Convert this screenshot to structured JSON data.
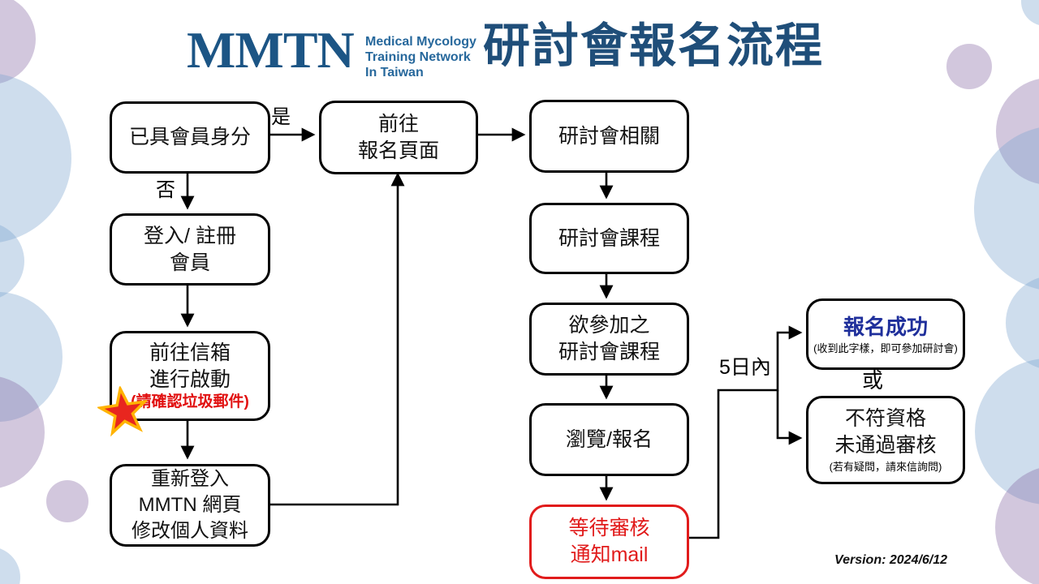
{
  "header": {
    "logo_acronym": "MMTN",
    "logo_subtitle": [
      "Medical Mycology",
      "Training Network",
      "In Taiwan"
    ],
    "title": "研討會報名流程"
  },
  "labels": {
    "yes": "是",
    "no": "否",
    "within_5_days": "5日內",
    "or": "或"
  },
  "boxes": {
    "member_check": {
      "lines": [
        "已具會員身分"
      ]
    },
    "login_register": {
      "lines": [
        "登入/ 註冊",
        "會員"
      ]
    },
    "activate_mail": {
      "lines": [
        "前往信箱",
        "進行啟動"
      ],
      "note": "(請確認垃圾郵件)"
    },
    "relogin": {
      "lines": [
        "重新登入",
        "MMTN 網頁",
        "修改個人資料"
      ]
    },
    "goto_signup_page": {
      "lines": [
        "前往",
        "報名頁面"
      ]
    },
    "seminar_related": {
      "lines": [
        "研討會相關"
      ]
    },
    "seminar_course": {
      "lines": [
        "研討會課程"
      ]
    },
    "course_to_join": {
      "lines": [
        "欲參加之",
        "研討會課程"
      ]
    },
    "browse_signup": {
      "lines": [
        "瀏覽/報名"
      ]
    },
    "wait_review": {
      "lines": [
        "等待審核",
        "通知mail"
      ]
    },
    "signup_success": {
      "title": "報名成功",
      "note": "(收到此字樣，即可參加研討會)"
    },
    "not_qualified": {
      "lines": [
        "不符資格",
        "未通過審核"
      ],
      "note": "(若有疑問，請來信詢問)"
    }
  },
  "footer": {
    "version": "Version: 2024/6/12"
  },
  "colors": {
    "title_blue": "#1F4E79",
    "logo_blue": "#1C5585",
    "alert_red": "#E11B1B",
    "success_blue": "#1F2F9B",
    "star_fill": "#E8261F",
    "star_outline": "#FFB300",
    "decor_blue": "#C9DCEC",
    "decor_purple": "#C6BAD6"
  }
}
